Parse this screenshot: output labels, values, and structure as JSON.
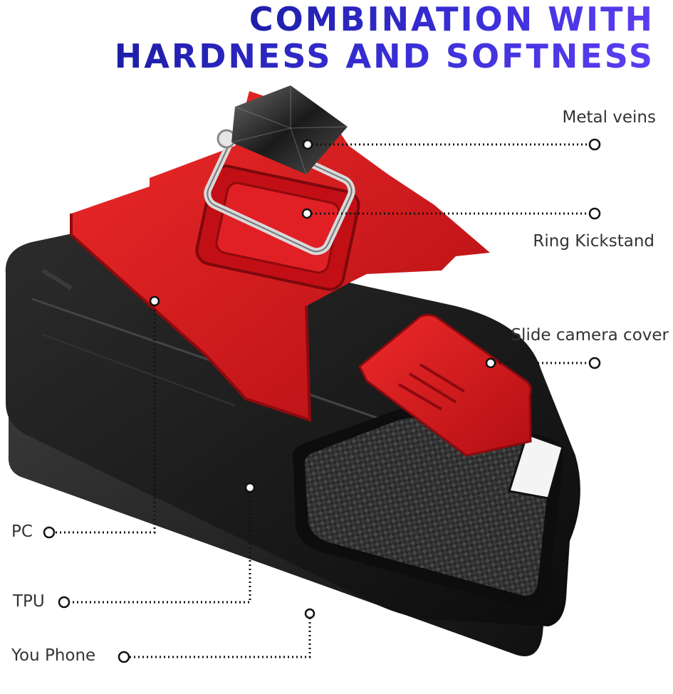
{
  "headline": {
    "line1": "COMBINATION WITH",
    "line2": "HARDNESS AND SOFTNESS"
  },
  "callouts": {
    "metal_veins": "Metal veins",
    "ring_kickstand": "Ring Kickstand",
    "slide_camera_cover": "Slide camera cover",
    "pc": "PC",
    "tpu": "TPU",
    "you_phone": "You Phone"
  },
  "colors": {
    "headline_start": "#1e1ea8",
    "headline_end": "#5a3ef0",
    "case_red": "#d8151c",
    "case_black": "#1a1a1a"
  }
}
